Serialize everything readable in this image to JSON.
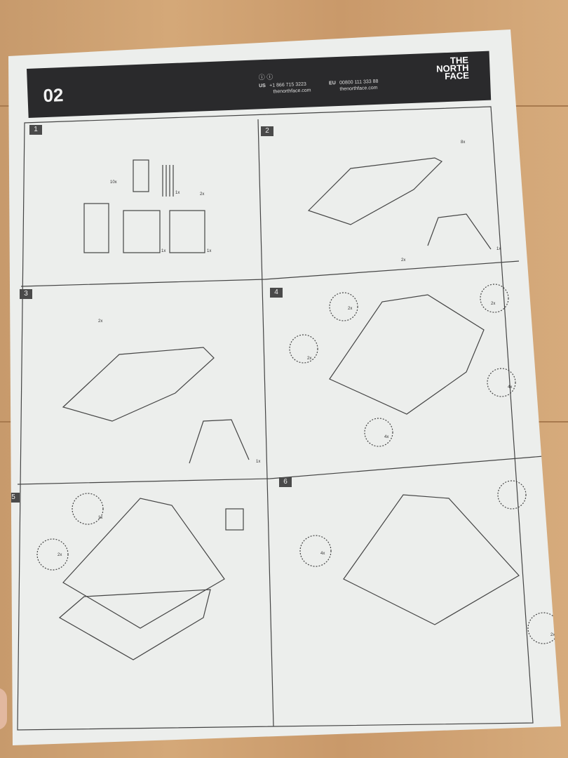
{
  "header": {
    "title": "02",
    "us_label": "US",
    "us_phone": "+1 866 715 3223",
    "us_web": "thenorthface.com",
    "eu_label": "EU",
    "eu_phone": "00800 111 333 88",
    "eu_web": "thenorthface.com",
    "logo": "THE NORTH FACE",
    "icons": [
      "help-icon",
      "info-icon"
    ]
  },
  "panels": [
    {
      "number": "1"
    },
    {
      "number": "2"
    },
    {
      "number": "3"
    },
    {
      "number": "4"
    },
    {
      "number": "5"
    },
    {
      "number": "6"
    }
  ],
  "labels": {
    "p1": [
      "10x",
      "1x",
      "2x",
      "1x",
      "1x"
    ],
    "p2": [
      "8x",
      "2x",
      "1x"
    ],
    "p3": [
      "2x",
      "1x"
    ],
    "p4": [
      "2x",
      "2x",
      "2x",
      "4x",
      "4x"
    ],
    "p5": [
      "1x",
      "2x"
    ],
    "p6": [
      "4x",
      "2x"
    ]
  },
  "colors": {
    "band": "#2a2a2c",
    "paper": "#eceeec",
    "wood": "#c99a6c"
  }
}
